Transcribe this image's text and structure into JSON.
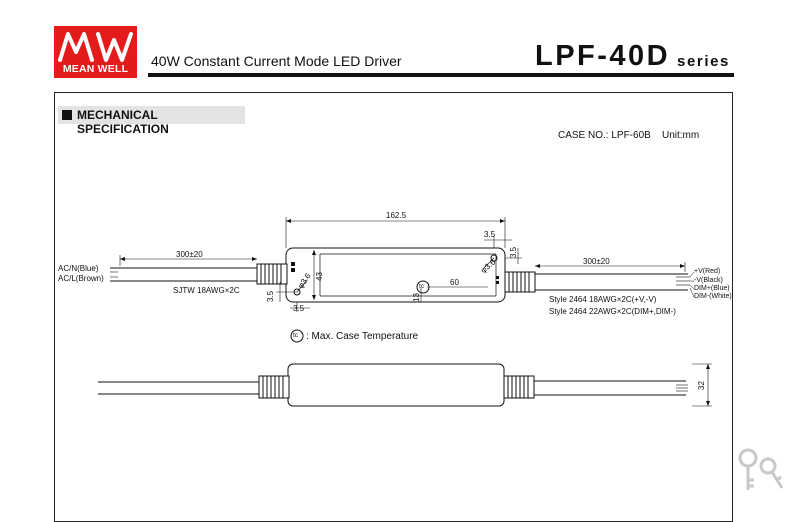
{
  "header": {
    "logo_text": "MEAN WELL",
    "subtitle": "40W Constant Current Mode LED Driver",
    "model": "LPF-40D",
    "series": "series"
  },
  "section": {
    "title": "MECHANICAL SPECIFICATION",
    "case_no": "CASE NO.: LPF-60B",
    "unit": "Unit:mm"
  },
  "drawing": {
    "length": "162.5",
    "cable_left": "300±20",
    "cable_right": "300±20",
    "dim_3_5_top": "3.5",
    "dim_3_5_right": "3.5",
    "dim_3_5_left": "3.5",
    "dim_3_5_bottom": "3.5",
    "dim_43": "43",
    "dim_60": "60",
    "dim_13": "13",
    "dim_phi_3_6_left": "φ3.6",
    "dim_phi_3_6_right": "φ3.6",
    "height_side": "32",
    "ac_n": "AC/N(Blue)",
    "ac_l": "AC/L(Brown)",
    "cable_in_spec": "SJTW 18AWG×2C",
    "out_v_plus": "+V(Red)",
    "out_v_minus": "-V(Black)",
    "out_dim_plus": "DIM+(Blue)",
    "out_dim_minus": "DIM-(White)",
    "style_power": "Style 2464 18AWG×2C(+V,-V)",
    "style_dim": "Style 2464 22AWG×2C(DIM+,DIM-)",
    "tc_symbol": "tc",
    "tc_note": ": Max. Case Temperature"
  }
}
